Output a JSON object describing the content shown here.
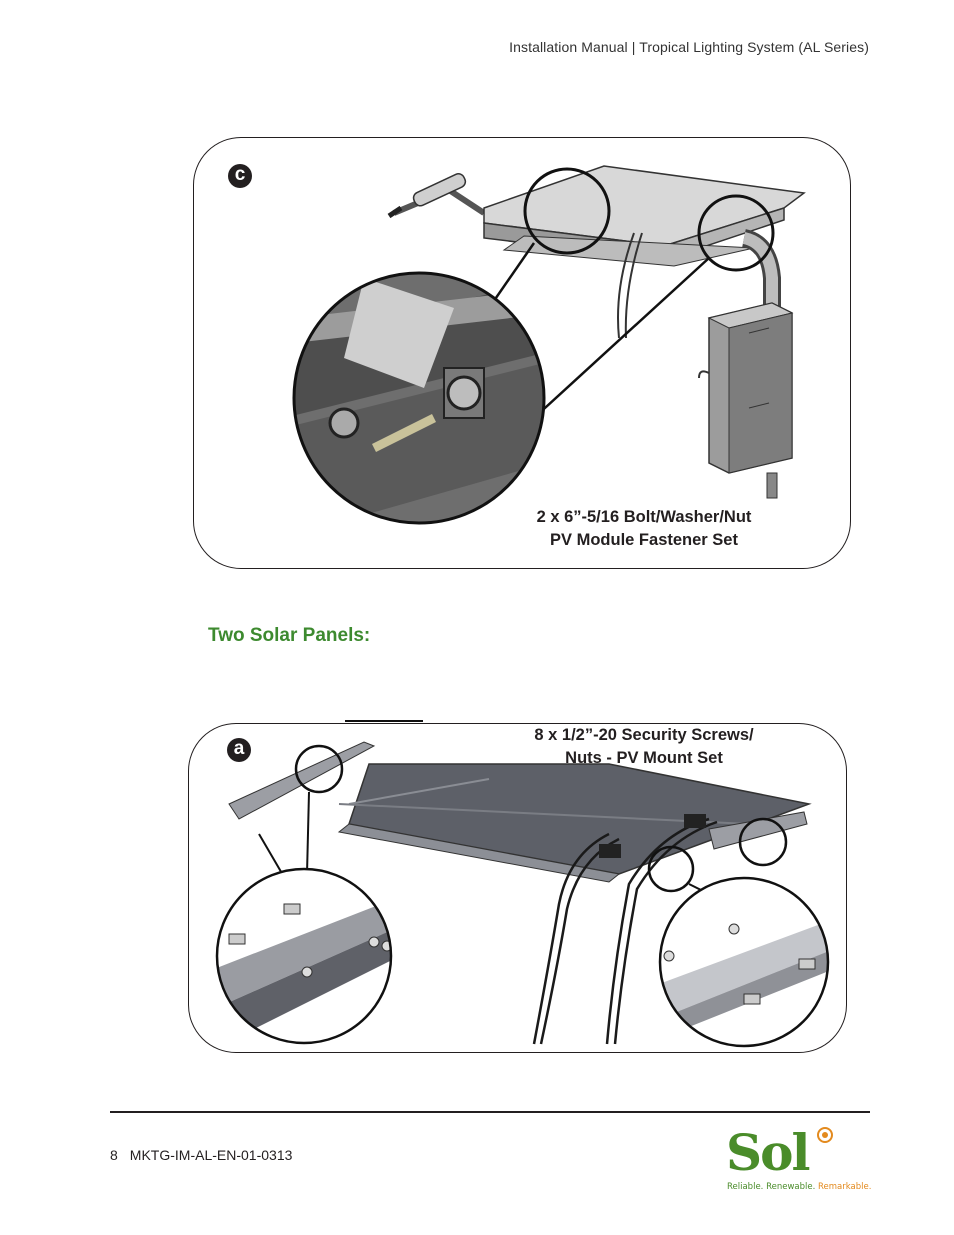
{
  "header": {
    "text": "Installation Manual   |  Tropical Lighting System (AL Series)"
  },
  "figure_c": {
    "step_label": "c",
    "caption_line1": "2 x 6”-5/16 Bolt/Washer/Nut",
    "caption_line2": "PV Module Fastener Set"
  },
  "section": {
    "heading": "Two Solar Panels:"
  },
  "figure_a": {
    "step_label": "a",
    "caption_line1": "8 x 1/2”-20 Security Screws/",
    "caption_line2": "Nuts - PV Mount Set"
  },
  "footer": {
    "page_number": "8",
    "doc_code": "MKTG-IM-AL-EN-01-0313"
  },
  "logo": {
    "name": "Sol",
    "tagline_part1": "Reliable. Renewable. ",
    "tagline_part2": "Remarkable.",
    "brand_green": "#4a8c2a",
    "brand_orange": "#e38a1e"
  },
  "colors": {
    "heading_green": "#3d8a2f",
    "text_dark": "#231f20"
  }
}
